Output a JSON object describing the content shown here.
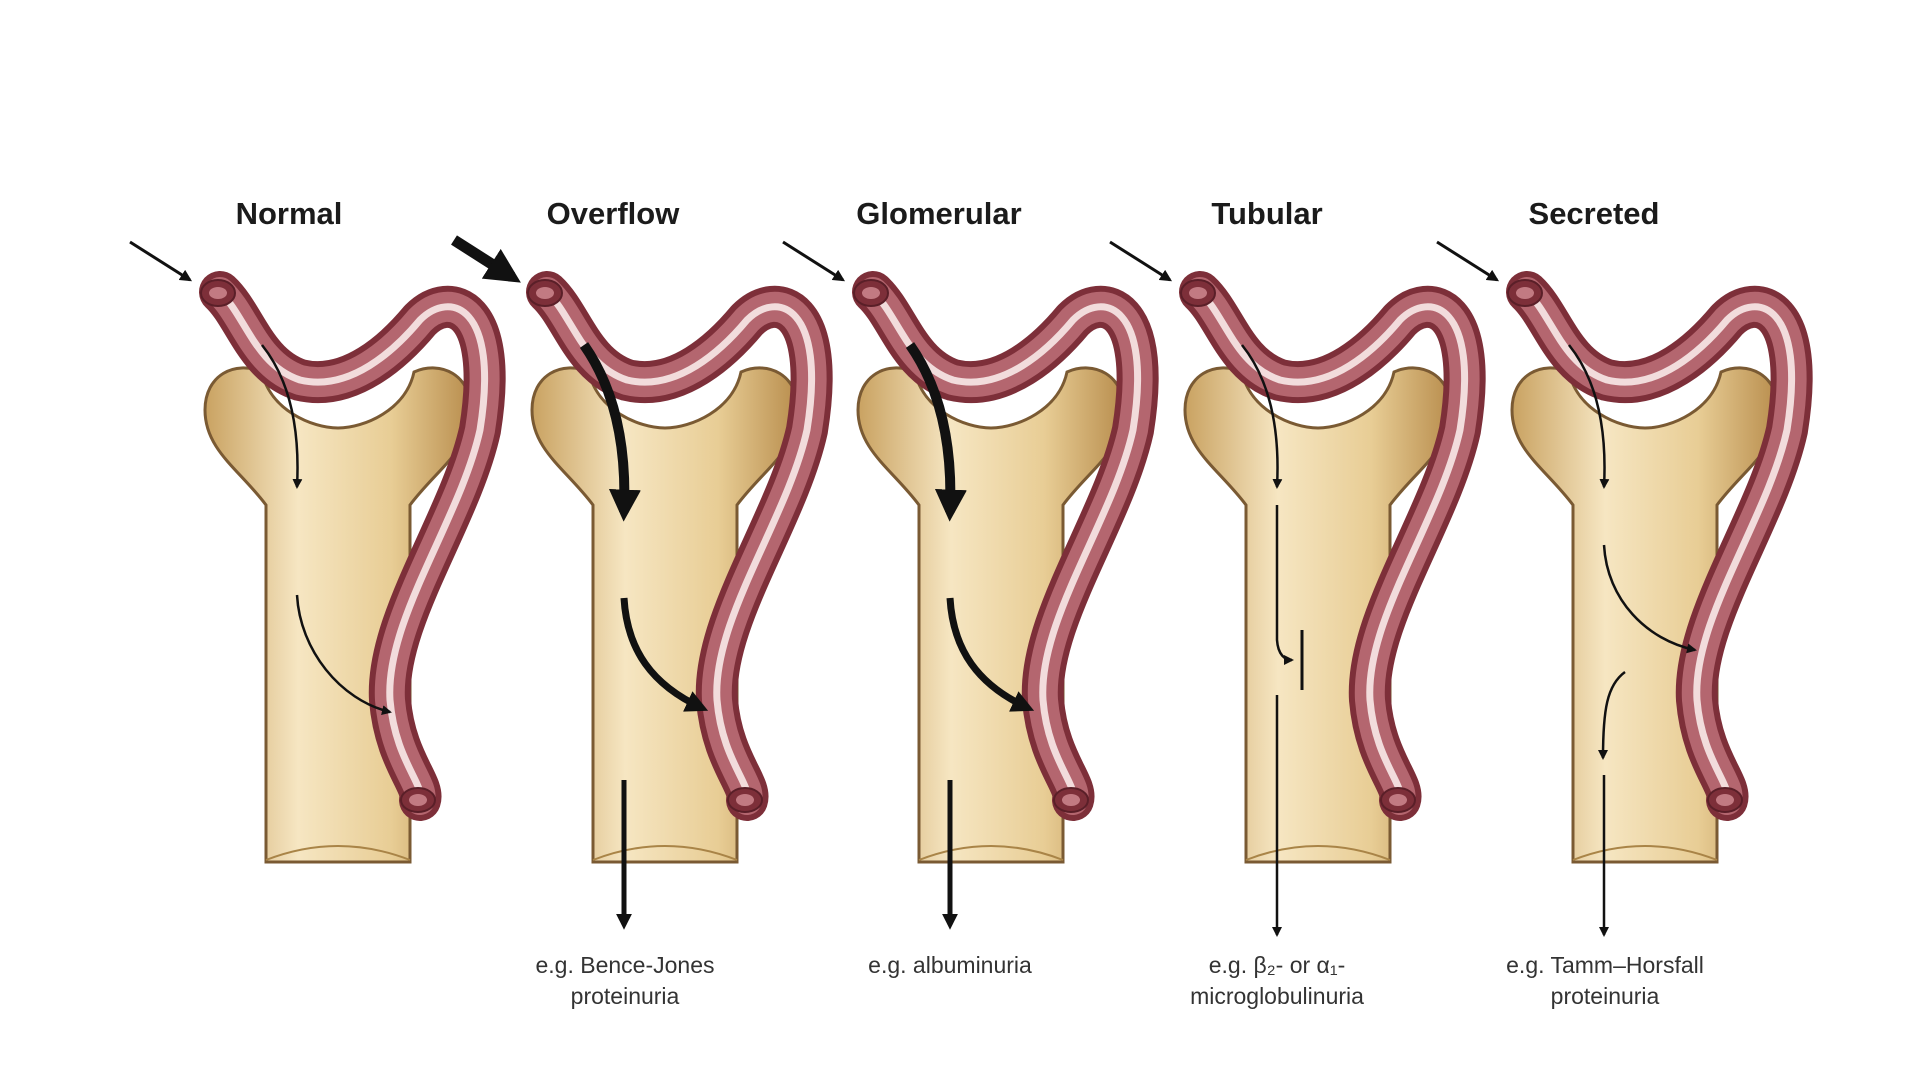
{
  "panels": [
    {
      "title": "Normal",
      "caption": [
        "",
        ""
      ]
    },
    {
      "title": "Overflow",
      "caption": [
        "e.g. Bence-Jones",
        "proteinuria"
      ]
    },
    {
      "title": "Glomerular",
      "caption": [
        "e.g. albuminuria",
        ""
      ]
    },
    {
      "title": "Tubular",
      "caption": [
        "e.g. β₂- or α₁-",
        "microglobulinuria"
      ]
    },
    {
      "title": "Secreted",
      "caption": [
        "e.g. Tamm–Horsfall",
        "proteinuria"
      ]
    }
  ],
  "colors": {
    "vessel": "#8a3a44",
    "vessel_highlight": "#f2dcdc",
    "tubule_fill": "#ead3a0",
    "tubule_outline": "#7a5a33",
    "arrow": "#111111"
  },
  "icons": [
    "afferent-arrow-icon",
    "flow-arrow-icon",
    "reabsorption-block-icon"
  ]
}
